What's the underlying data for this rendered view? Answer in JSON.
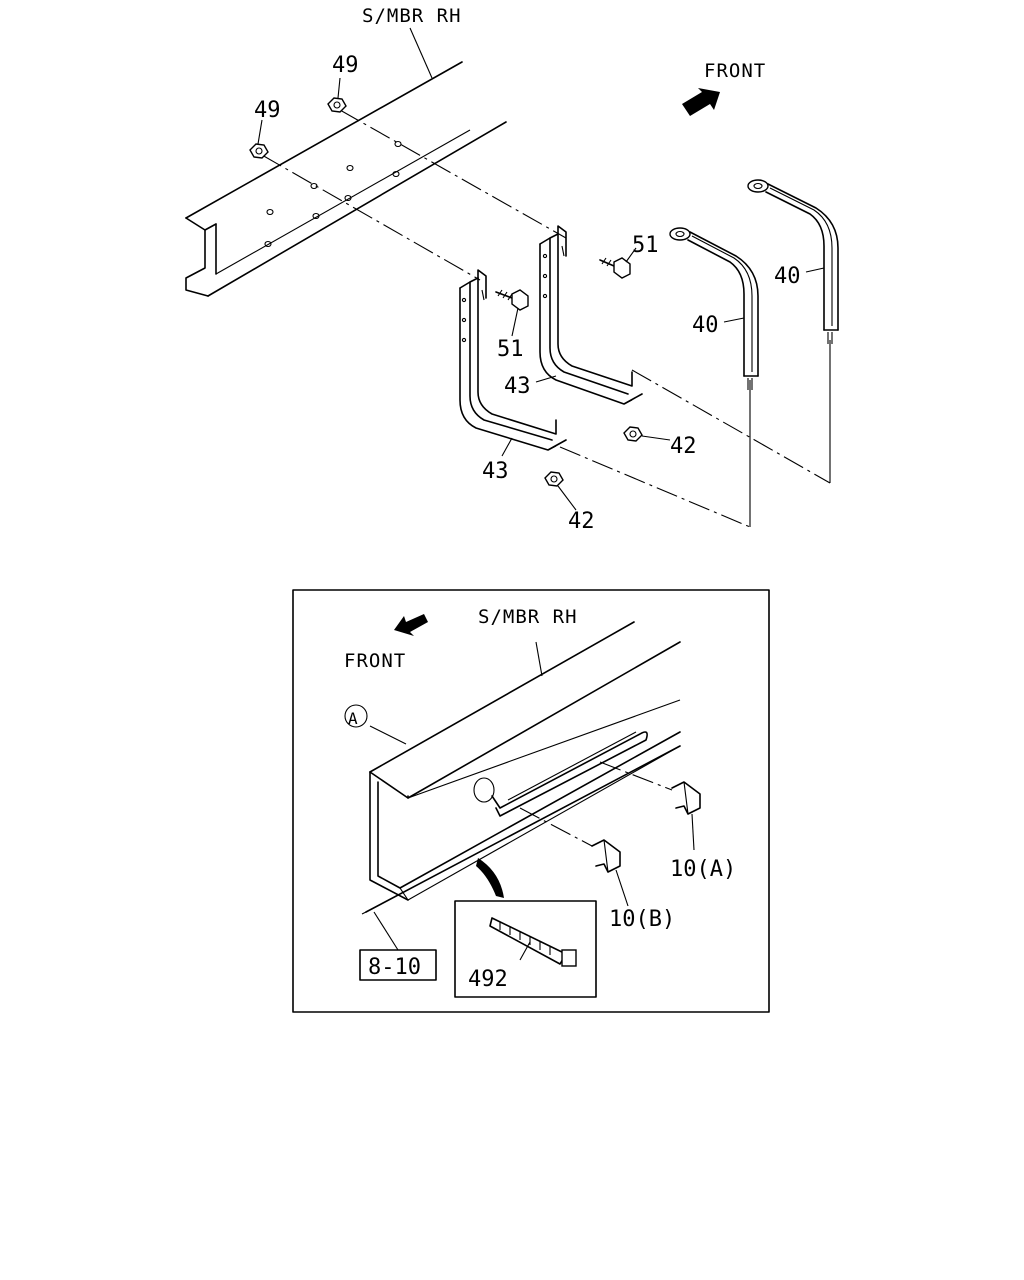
{
  "top_view": {
    "member_label": "S/MBR RH",
    "front_label": "FRONT",
    "part_labels": {
      "p49_a": "49",
      "p49_b": "49",
      "p51_a": "51",
      "p51_b": "51",
      "p40_a": "40",
      "p40_b": "40",
      "p43_a": "43",
      "p43_b": "43",
      "p42_a": "42",
      "p42_b": "42"
    }
  },
  "detail_view": {
    "member_label": "S/MBR RH",
    "front_label": "FRONT",
    "circle_ref": "A",
    "clip_a_label": "10(A)",
    "clip_b_label": "10(B)",
    "ref_box_label": "8-10",
    "tie_label": "492"
  }
}
